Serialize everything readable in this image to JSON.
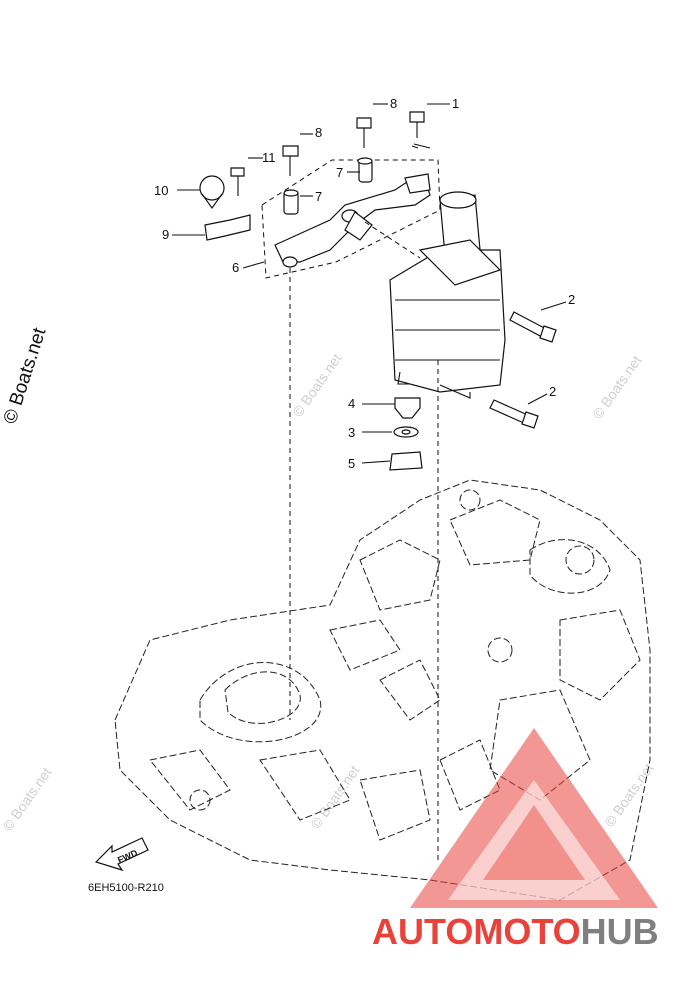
{
  "diagram": {
    "callouts": [
      {
        "id": "c1",
        "text": "1"
      },
      {
        "id": "c2a",
        "text": "2"
      },
      {
        "id": "c2b",
        "text": "2"
      },
      {
        "id": "c3",
        "text": "3"
      },
      {
        "id": "c4",
        "text": "4"
      },
      {
        "id": "c5",
        "text": "5"
      },
      {
        "id": "c6",
        "text": "6"
      },
      {
        "id": "c7a",
        "text": "7"
      },
      {
        "id": "c7b",
        "text": "7"
      },
      {
        "id": "c8a",
        "text": "8"
      },
      {
        "id": "c8b",
        "text": "8"
      },
      {
        "id": "c9",
        "text": "9"
      },
      {
        "id": "c10",
        "text": "10"
      },
      {
        "id": "c11",
        "text": "11"
      }
    ],
    "fwd_label": "FWD",
    "reference_code": "6EH5100-R210"
  },
  "watermarks": {
    "main": "© Boats.net",
    "faint": "© Boats.net"
  },
  "brand": {
    "part1": "AUTOMOTO",
    "part2": "HUB",
    "color_primary": "#e8423a",
    "color_secondary": "#7f7f7f"
  }
}
